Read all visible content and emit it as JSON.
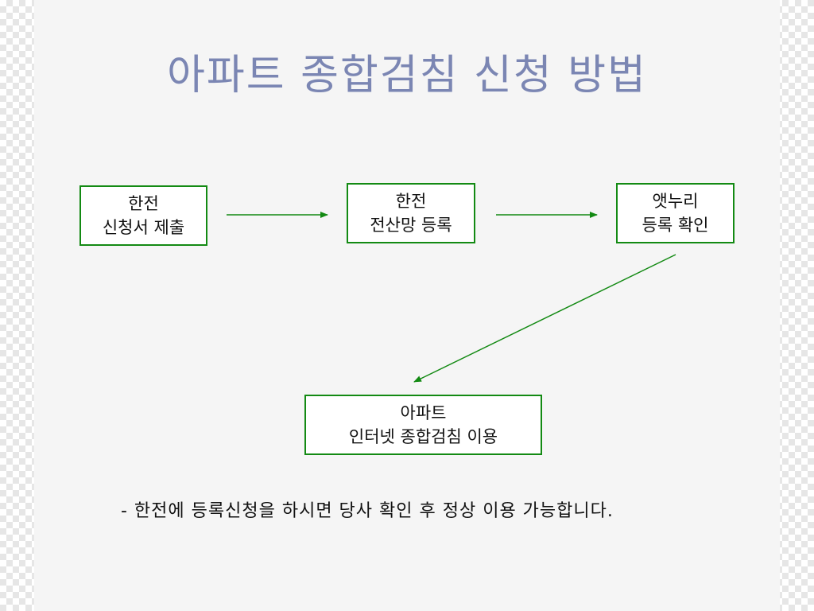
{
  "title": "아파트 종합검침 신청 방법",
  "nodes": {
    "step1": {
      "line1": "한전",
      "line2": "신청서 제출"
    },
    "step2": {
      "line1": "한전",
      "line2": "전산망 등록"
    },
    "step3": {
      "line1": "앳누리",
      "line2": "등록 확인"
    },
    "step4": {
      "line1": "아파트",
      "line2": "인터넷 종합검침 이용"
    }
  },
  "note": "- 한전에 등록신청을 하시면 당사 확인 후 정상 이용 가능합니다.",
  "colors": {
    "title": "#7b86b3",
    "box_border": "#138a13",
    "arrow": "#138a13"
  }
}
